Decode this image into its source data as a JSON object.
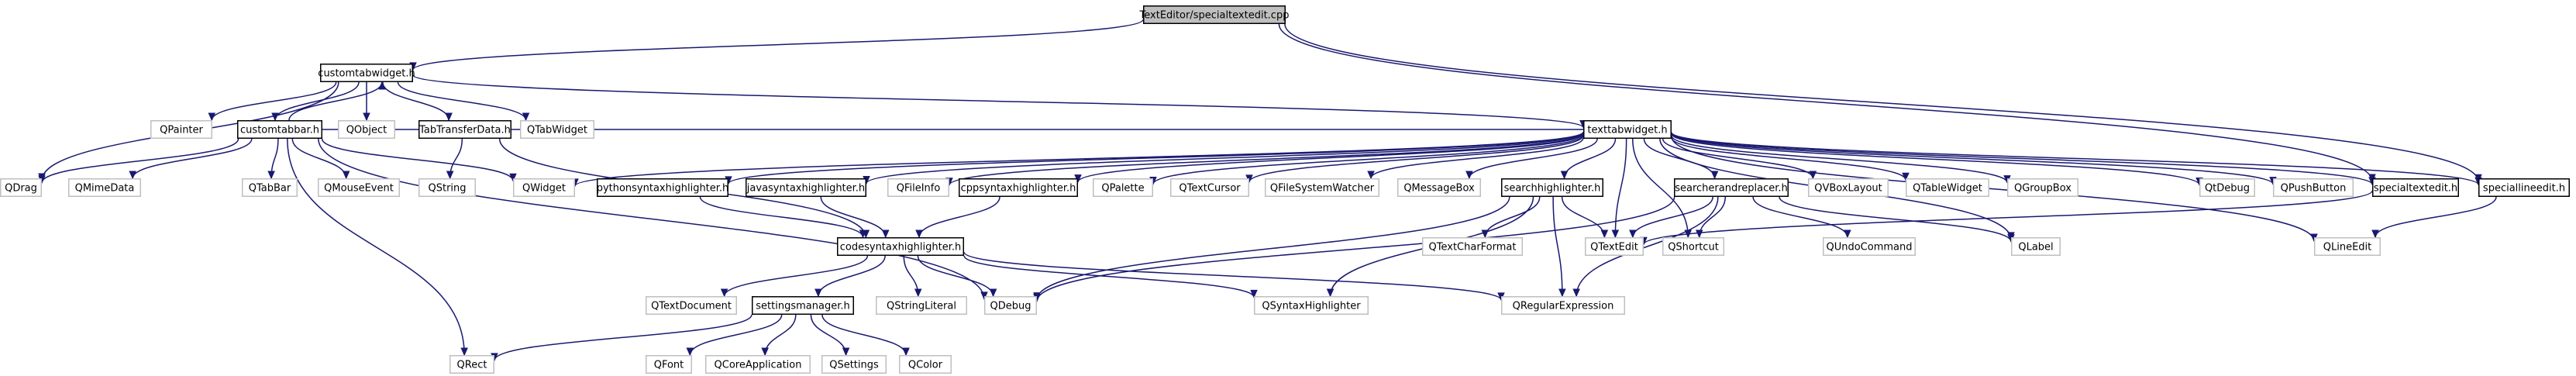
{
  "title": "TextEditor/specialtextedit.cpp",
  "colors": {
    "edge": "#191970",
    "main_fill": "#bfbfbf",
    "system_border": "#bfbfbf",
    "local_border": "#000000"
  },
  "nodes": [
    {
      "id": "root",
      "label": "TextEditor/specialtextedit.cpp",
      "kind": "main"
    },
    {
      "id": "customtabwidget_h",
      "label": "customtabwidget.h",
      "kind": "local"
    },
    {
      "id": "customtabbar_h",
      "label": "customtabbar.h",
      "kind": "local"
    },
    {
      "id": "TabTransferData_h",
      "label": "TabTransferData.h",
      "kind": "local"
    },
    {
      "id": "texttabwidget_h",
      "label": "texttabwidget.h",
      "kind": "local"
    },
    {
      "id": "pythonsyntaxhighlighter_h",
      "label": "pythonsyntaxhighlighter.h",
      "kind": "local"
    },
    {
      "id": "javasyntaxhighlighter_h",
      "label": "javasyntaxhighlighter.h",
      "kind": "local"
    },
    {
      "id": "cppsyntaxhighlighter_h",
      "label": "cppsyntaxhighlighter.h",
      "kind": "local"
    },
    {
      "id": "searchhighlighter_h",
      "label": "searchhighlighter.h",
      "kind": "local"
    },
    {
      "id": "searcherandreplacer_h",
      "label": "searcherandreplacer.h",
      "kind": "local"
    },
    {
      "id": "specialtextedit_h",
      "label": "specialtextedit.h",
      "kind": "local"
    },
    {
      "id": "speciallineedit_h",
      "label": "speciallineedit.h",
      "kind": "local"
    },
    {
      "id": "codesyntaxhighlighter_h",
      "label": "codesyntaxhighlighter.h",
      "kind": "local"
    },
    {
      "id": "settingsmanager_h",
      "label": "settingsmanager.h",
      "kind": "local"
    },
    {
      "id": "QPainter",
      "label": "QPainter",
      "kind": "system"
    },
    {
      "id": "QObject",
      "label": "QObject",
      "kind": "system"
    },
    {
      "id": "QTabWidget",
      "label": "QTabWidget",
      "kind": "system"
    },
    {
      "id": "QDrag",
      "label": "QDrag",
      "kind": "system"
    },
    {
      "id": "QMimeData",
      "label": "QMimeData",
      "kind": "system"
    },
    {
      "id": "QTabBar",
      "label": "QTabBar",
      "kind": "system"
    },
    {
      "id": "QMouseEvent",
      "label": "QMouseEvent",
      "kind": "system"
    },
    {
      "id": "QString",
      "label": "QString",
      "kind": "system"
    },
    {
      "id": "QWidget",
      "label": "QWidget",
      "kind": "system"
    },
    {
      "id": "QFileInfo",
      "label": "QFileInfo",
      "kind": "system"
    },
    {
      "id": "QPalette",
      "label": "QPalette",
      "kind": "system"
    },
    {
      "id": "QTextCursor",
      "label": "QTextCursor",
      "kind": "system"
    },
    {
      "id": "QFileSystemWatcher",
      "label": "QFileSystemWatcher",
      "kind": "system"
    },
    {
      "id": "QMessageBox",
      "label": "QMessageBox",
      "kind": "system"
    },
    {
      "id": "QVBoxLayout",
      "label": "QVBoxLayout",
      "kind": "system"
    },
    {
      "id": "QTableWidget",
      "label": "QTableWidget",
      "kind": "system"
    },
    {
      "id": "QGroupBox",
      "label": "QGroupBox",
      "kind": "system"
    },
    {
      "id": "QtDebug",
      "label": "QtDebug",
      "kind": "system"
    },
    {
      "id": "QPushButton",
      "label": "QPushButton",
      "kind": "system"
    },
    {
      "id": "QTextEdit",
      "label": "QTextEdit",
      "kind": "system"
    },
    {
      "id": "QShortcut",
      "label": "QShortcut",
      "kind": "system"
    },
    {
      "id": "QTextCharFormat",
      "label": "QTextCharFormat",
      "kind": "system"
    },
    {
      "id": "QUndoCommand",
      "label": "QUndoCommand",
      "kind": "system"
    },
    {
      "id": "QLabel",
      "label": "QLabel",
      "kind": "system"
    },
    {
      "id": "QLineEdit",
      "label": "QLineEdit",
      "kind": "system"
    },
    {
      "id": "QTextDocument",
      "label": "QTextDocument",
      "kind": "system"
    },
    {
      "id": "QStringLiteral",
      "label": "QStringLiteral",
      "kind": "system"
    },
    {
      "id": "QDebug",
      "label": "QDebug",
      "kind": "system"
    },
    {
      "id": "QSyntaxHighlighter",
      "label": "QSyntaxHighlighter",
      "kind": "system"
    },
    {
      "id": "QRegularExpression",
      "label": "QRegularExpression",
      "kind": "system"
    },
    {
      "id": "QRect",
      "label": "QRect",
      "kind": "system"
    },
    {
      "id": "QFont",
      "label": "QFont",
      "kind": "system"
    },
    {
      "id": "QCoreApplication",
      "label": "QCoreApplication",
      "kind": "system"
    },
    {
      "id": "QSettings",
      "label": "QSettings",
      "kind": "system"
    },
    {
      "id": "QColor",
      "label": "QColor",
      "kind": "system"
    }
  ],
  "edges": [
    [
      "root",
      "customtabwidget_h"
    ],
    [
      "root",
      "specialtextedit_h"
    ],
    [
      "root",
      "speciallineedit_h"
    ],
    [
      "customtabwidget_h",
      "customtabbar_h"
    ],
    [
      "customtabwidget_h",
      "QPainter"
    ],
    [
      "customtabwidget_h",
      "QObject"
    ],
    [
      "customtabwidget_h",
      "TabTransferData_h"
    ],
    [
      "customtabwidget_h",
      "QTabWidget"
    ],
    [
      "customtabwidget_h",
      "QDrag"
    ],
    [
      "customtabwidget_h",
      "texttabwidget_h"
    ],
    [
      "customtabbar_h",
      "customtabwidget_h"
    ],
    [
      "customtabbar_h",
      "QDrag"
    ],
    [
      "customtabbar_h",
      "QMimeData"
    ],
    [
      "customtabbar_h",
      "QTabBar"
    ],
    [
      "customtabbar_h",
      "QMouseEvent"
    ],
    [
      "customtabbar_h",
      "QWidget"
    ],
    [
      "customtabbar_h",
      "QRect"
    ],
    [
      "customtabbar_h",
      "QDebug"
    ],
    [
      "TabTransferData_h",
      "QString"
    ],
    [
      "TabTransferData_h",
      "codesyntaxhighlighter_h"
    ],
    [
      "texttabwidget_h",
      "customtabbar_h"
    ],
    [
      "texttabwidget_h",
      "QWidget"
    ],
    [
      "texttabwidget_h",
      "pythonsyntaxhighlighter_h"
    ],
    [
      "texttabwidget_h",
      "javasyntaxhighlighter_h"
    ],
    [
      "texttabwidget_h",
      "QFileInfo"
    ],
    [
      "texttabwidget_h",
      "cppsyntaxhighlighter_h"
    ],
    [
      "texttabwidget_h",
      "QPalette"
    ],
    [
      "texttabwidget_h",
      "QTextCursor"
    ],
    [
      "texttabwidget_h",
      "QFileSystemWatcher"
    ],
    [
      "texttabwidget_h",
      "QMessageBox"
    ],
    [
      "texttabwidget_h",
      "searchhighlighter_h"
    ],
    [
      "texttabwidget_h",
      "QTextEdit"
    ],
    [
      "texttabwidget_h",
      "QShortcut"
    ],
    [
      "texttabwidget_h",
      "searcherandreplacer_h"
    ],
    [
      "texttabwidget_h",
      "QVBoxLayout"
    ],
    [
      "texttabwidget_h",
      "QTableWidget"
    ],
    [
      "texttabwidget_h",
      "QGroupBox"
    ],
    [
      "texttabwidget_h",
      "QLabel"
    ],
    [
      "texttabwidget_h",
      "QLineEdit"
    ],
    [
      "texttabwidget_h",
      "QtDebug"
    ],
    [
      "texttabwidget_h",
      "QPushButton"
    ],
    [
      "texttabwidget_h",
      "specialtextedit_h"
    ],
    [
      "texttabwidget_h",
      "speciallineedit_h"
    ],
    [
      "pythonsyntaxhighlighter_h",
      "codesyntaxhighlighter_h"
    ],
    [
      "javasyntaxhighlighter_h",
      "codesyntaxhighlighter_h"
    ],
    [
      "cppsyntaxhighlighter_h",
      "codesyntaxhighlighter_h"
    ],
    [
      "searchhighlighter_h",
      "QTextCharFormat"
    ],
    [
      "searchhighlighter_h",
      "QTextEdit"
    ],
    [
      "searchhighlighter_h",
      "QDebug"
    ],
    [
      "searchhighlighter_h",
      "QSyntaxHighlighter"
    ],
    [
      "searchhighlighter_h",
      "QRegularExpression"
    ],
    [
      "searcherandreplacer_h",
      "QTextEdit"
    ],
    [
      "searcherandreplacer_h",
      "QShortcut"
    ],
    [
      "searcherandreplacer_h",
      "QUndoCommand"
    ],
    [
      "searcherandreplacer_h",
      "QLabel"
    ],
    [
      "searcherandreplacer_h",
      "QDebug"
    ],
    [
      "searcherandreplacer_h",
      "QRegularExpression"
    ],
    [
      "specialtextedit_h",
      "QTextEdit"
    ],
    [
      "speciallineedit_h",
      "QLineEdit"
    ],
    [
      "codesyntaxhighlighter_h",
      "QTextDocument"
    ],
    [
      "codesyntaxhighlighter_h",
      "settingsmanager_h"
    ],
    [
      "codesyntaxhighlighter_h",
      "QStringLiteral"
    ],
    [
      "codesyntaxhighlighter_h",
      "QDebug"
    ],
    [
      "codesyntaxhighlighter_h",
      "QSyntaxHighlighter"
    ],
    [
      "codesyntaxhighlighter_h",
      "QRegularExpression"
    ],
    [
      "settingsmanager_h",
      "QRect"
    ],
    [
      "settingsmanager_h",
      "QFont"
    ],
    [
      "settingsmanager_h",
      "QCoreApplication"
    ],
    [
      "settingsmanager_h",
      "QSettings"
    ],
    [
      "settingsmanager_h",
      "QColor"
    ]
  ]
}
